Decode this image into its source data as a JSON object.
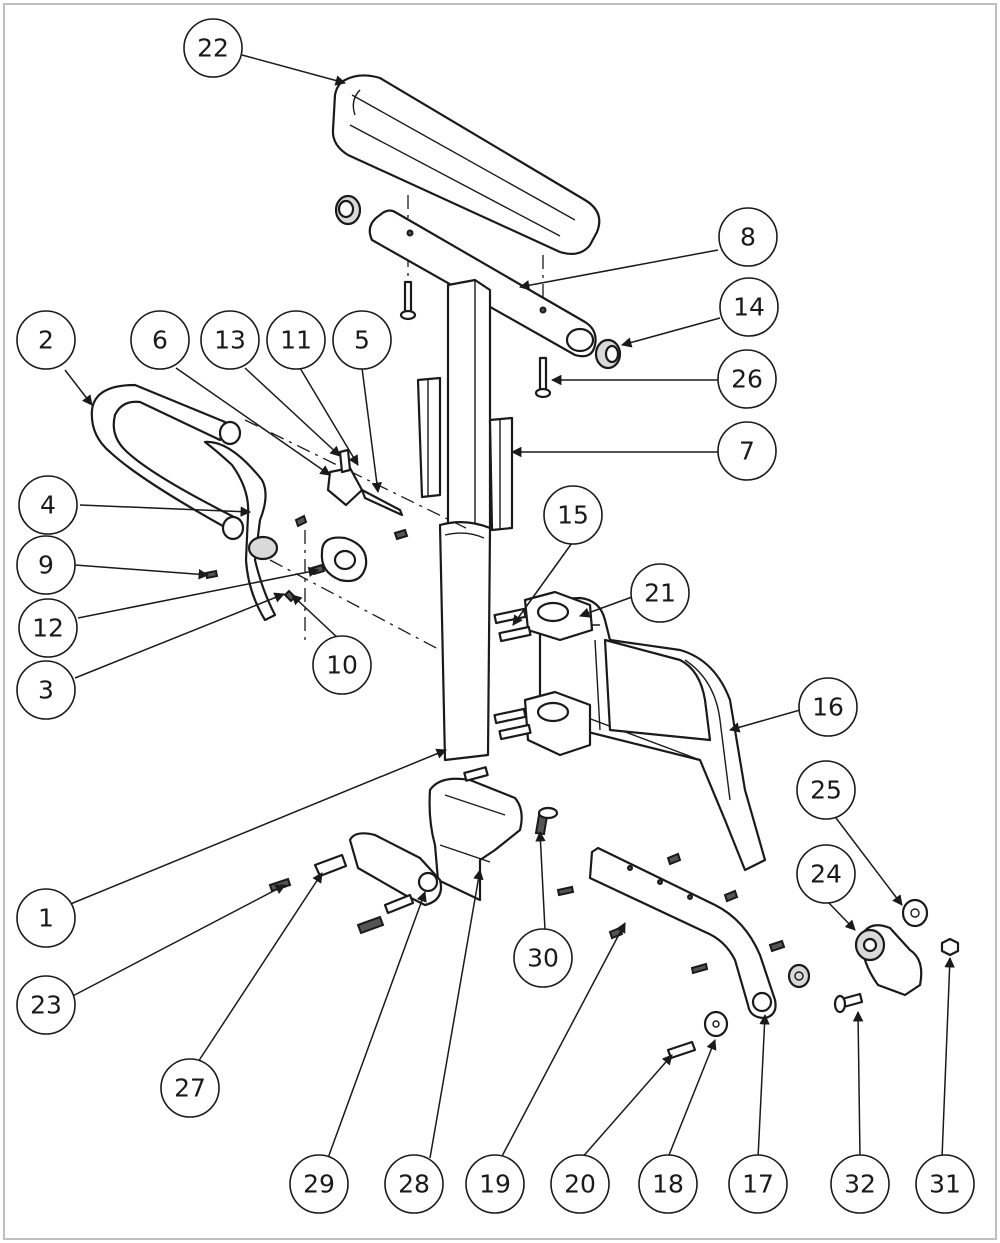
{
  "callouts": [
    {
      "id": "c22",
      "label": "22"
    },
    {
      "id": "c8",
      "label": "8"
    },
    {
      "id": "c14",
      "label": "14"
    },
    {
      "id": "c26",
      "label": "26"
    },
    {
      "id": "c7",
      "label": "7"
    },
    {
      "id": "c2",
      "label": "2"
    },
    {
      "id": "c6",
      "label": "6"
    },
    {
      "id": "c13",
      "label": "13"
    },
    {
      "id": "c11",
      "label": "11"
    },
    {
      "id": "c5",
      "label": "5"
    },
    {
      "id": "c4",
      "label": "4"
    },
    {
      "id": "c9",
      "label": "9"
    },
    {
      "id": "c12",
      "label": "12"
    },
    {
      "id": "c3",
      "label": "3"
    },
    {
      "id": "c10",
      "label": "10"
    },
    {
      "id": "c15",
      "label": "15"
    },
    {
      "id": "c21",
      "label": "21"
    },
    {
      "id": "c16",
      "label": "16"
    },
    {
      "id": "c25",
      "label": "25"
    },
    {
      "id": "c24",
      "label": "24"
    },
    {
      "id": "c1",
      "label": "1"
    },
    {
      "id": "c23",
      "label": "23"
    },
    {
      "id": "c30",
      "label": "30"
    },
    {
      "id": "c27",
      "label": "27"
    },
    {
      "id": "c29",
      "label": "29"
    },
    {
      "id": "c28",
      "label": "28"
    },
    {
      "id": "c19",
      "label": "19"
    },
    {
      "id": "c20",
      "label": "20"
    },
    {
      "id": "c18",
      "label": "18"
    },
    {
      "id": "c17",
      "label": "17"
    },
    {
      "id": "c32",
      "label": "32"
    },
    {
      "id": "c31",
      "label": "31"
    }
  ]
}
